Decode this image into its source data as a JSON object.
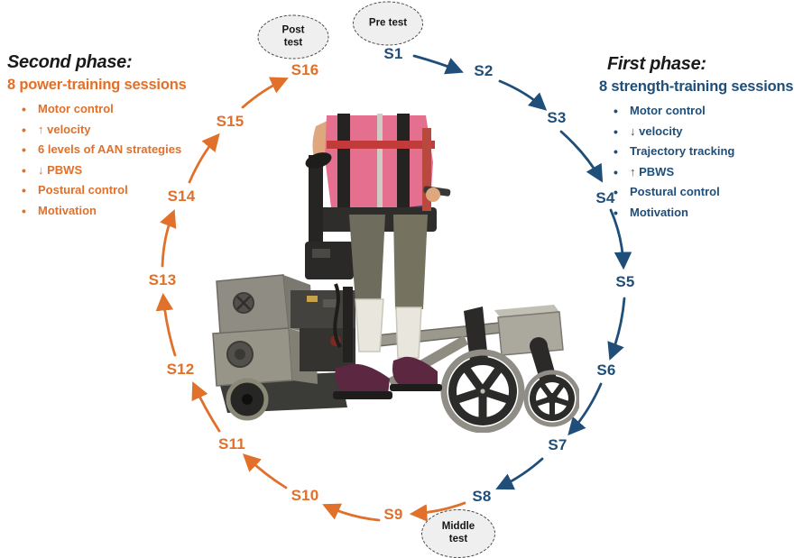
{
  "figure": {
    "kind": "circular training-protocol diagram"
  },
  "colors": {
    "phase1_blue": "#1F4E79",
    "phase2_orange": "#E0702A",
    "title_black": "#1A1A1A",
    "bubble_fill": "#EFEFEF",
    "bubble_border": "#444444"
  },
  "left_panel": {
    "title": "Second phase:",
    "subtitle": "8 power-training sessions",
    "bullets": [
      "Motor control",
      "↑ velocity",
      "6 levels of AAN strategies",
      "↓ PBWS",
      "Postural control",
      "Motivation"
    ]
  },
  "right_panel": {
    "title": "First phase:",
    "subtitle": "8 strength-training sessions",
    "bullets": [
      "Motor control",
      "↓ velocity",
      "Trajectory tracking",
      "↑ PBWS",
      "Postural control",
      "Motivation"
    ]
  },
  "tests": {
    "pre": "Pre test",
    "post": "Post test",
    "middle": "Middle test"
  },
  "sessions": [
    {
      "label": "S1",
      "phase": "first"
    },
    {
      "label": "S2",
      "phase": "first"
    },
    {
      "label": "S3",
      "phase": "first"
    },
    {
      "label": "S4",
      "phase": "first"
    },
    {
      "label": "S5",
      "phase": "first"
    },
    {
      "label": "S6",
      "phase": "first"
    },
    {
      "label": "S7",
      "phase": "first"
    },
    {
      "label": "S8",
      "phase": "first"
    },
    {
      "label": "S9",
      "phase": "second"
    },
    {
      "label": "S10",
      "phase": "second"
    },
    {
      "label": "S11",
      "phase": "second"
    },
    {
      "label": "S12",
      "phase": "second"
    },
    {
      "label": "S13",
      "phase": "second"
    },
    {
      "label": "S14",
      "phase": "second"
    },
    {
      "label": "S15",
      "phase": "second"
    },
    {
      "label": "S16",
      "phase": "second"
    }
  ],
  "photo": {
    "alt": "Child wearing a robotic lower-limb exoskeleton attached to a motorized wheeled walker"
  }
}
